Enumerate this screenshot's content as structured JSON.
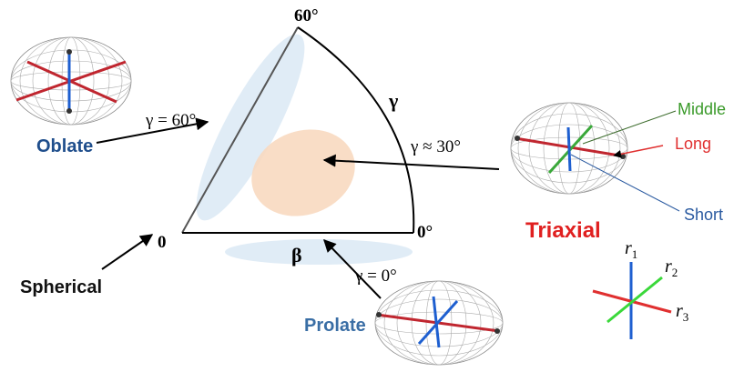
{
  "triangle": {
    "vertex_top": "60°",
    "vertex_right": "0°",
    "vertex_left": "0",
    "gamma_symbol": "γ",
    "beta_symbol": "β"
  },
  "annotations": {
    "gamma_60": "γ = 60°",
    "gamma_30": "γ ≈ 30°",
    "gamma_0": "γ = 0°"
  },
  "shapes": {
    "oblate": "Oblate",
    "triaxial": "Triaxial",
    "prolate": "Prolate",
    "spherical": "Spherical"
  },
  "axes_labels": {
    "middle": "Middle",
    "long": "Long",
    "short": "Short"
  },
  "legend": {
    "r1": "r",
    "r1_sub": "1",
    "r2": "r",
    "r2_sub": "2",
    "r3": "r",
    "r3_sub": "3"
  },
  "colors": {
    "oblate_text": "#1f4e8c",
    "prolate_text": "#3a6ea5",
    "triaxial_text": "#e02020",
    "middle": "#3a9a2a",
    "long": "#e03030",
    "short": "#2a5aa0",
    "axis_red": "#c0262f",
    "axis_blue": "#1e5fd0",
    "axis_green": "#3aa83a",
    "region_blue": "#dbe9f4",
    "region_orange": "#f8d9c0"
  }
}
